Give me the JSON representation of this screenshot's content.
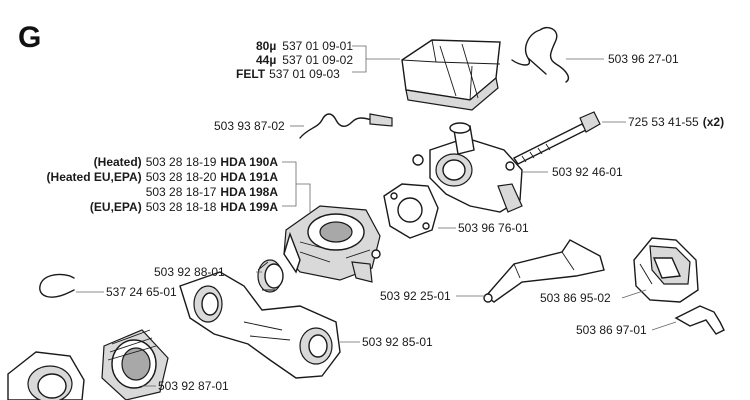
{
  "section_letter": "G",
  "labels": {
    "filter_80": {
      "grade": "80µ",
      "part": "537 01 09-01"
    },
    "filter_44": {
      "grade": "44µ",
      "part": "537 01 09-02"
    },
    "filter_felt": {
      "grade": "FELT",
      "part": "537 01 09-03"
    },
    "spring_clip": "503 96 27-01",
    "screw": "725 53 41-55",
    "screw_qty": "(x2)",
    "choke_rod": "503 93 87-02",
    "holder": "503 92 46-01",
    "carb_heated": {
      "note": "(Heated)",
      "part": "503 28 18-19",
      "model": "HDA 190A"
    },
    "carb_heated_eu_epa": {
      "note": "(Heated EU,EPA)",
      "part": "503 28 18-20",
      "model": "HDA 191A"
    },
    "carb_std": {
      "note": "",
      "part": "503 28 18-17",
      "model": "HDA 198A"
    },
    "carb_eu_epa": {
      "note": "(EU,EPA)",
      "part": "503 28 18-18",
      "model": "HDA 199A"
    },
    "gasket": "503 96 76-01",
    "sleeve": "503 92 88-01",
    "circlip": "537 24 65-01",
    "throttle_rod": "503 92 25-01",
    "air_filter_frame": "503 86 95-02",
    "intake_manifold": "503 92 85-01",
    "bracket": "503 86 97-01",
    "intake_bellow": "503 92 87-01"
  }
}
